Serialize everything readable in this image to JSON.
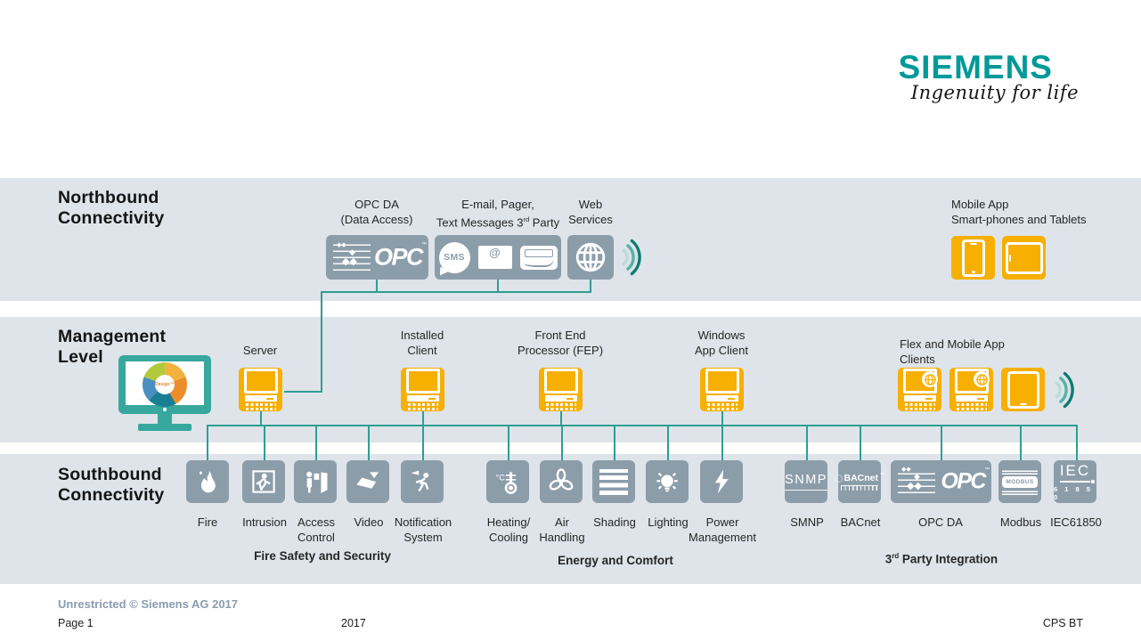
{
  "colors": {
    "band_bg": "#dee4e9",
    "icon_gray": "#8c9daa",
    "siemens_yellow": "#f7af00",
    "line_teal": "#2f9e95",
    "monitor_teal": "#38a79d",
    "brand_teal": "#009999"
  },
  "header": {
    "brand": "SIEMENS",
    "tagline": "Ingenuity for life"
  },
  "northbound": {
    "title1": "Northbound",
    "title2": "Connectivity",
    "opc": {
      "l1": "OPC DA",
      "l2": "(Data Access)",
      "logo": "OPC",
      "tm": "™"
    },
    "messaging": {
      "l1": "E-mail, Pager,",
      "l2a": "Text Messages 3",
      "l2sup": "rd",
      "l2b": " Party",
      "sms": "SMS",
      "at": "@"
    },
    "web": {
      "l1": "Web",
      "l2": "Services"
    },
    "mobile": {
      "l1": "Mobile App",
      "l2": "Smart-phones and Tablets"
    }
  },
  "management": {
    "title1": "Management",
    "title2": "Level",
    "desigo": "Desigo™",
    "server": "Server",
    "installed1": "Installed",
    "installed2": "Client",
    "fep1": "Front End",
    "fep2": "Processor (FEP)",
    "windows1": "Windows",
    "windows2": "App Client",
    "flex1": "Flex and Mobile App",
    "flex2": "Clients"
  },
  "southbound": {
    "title1": "Southbound",
    "title2": "Connectivity",
    "devices": [
      {
        "l1": "Fire",
        "l2": ""
      },
      {
        "l1": "Intrusion",
        "l2": ""
      },
      {
        "l1": "Access",
        "l2": "Control"
      },
      {
        "l1": "Video",
        "l2": ""
      },
      {
        "l1": "Notification",
        "l2": "System"
      },
      {
        "l1": "Heating/",
        "l2": "Cooling"
      },
      {
        "l1": "Air",
        "l2": "Handling"
      },
      {
        "l1": "Shading",
        "l2": ""
      },
      {
        "l1": "Lighting",
        "l2": ""
      },
      {
        "l1": "Power",
        "l2": "Management"
      },
      {
        "l1": "SMNP",
        "l2": ""
      },
      {
        "l1": "BACnet",
        "l2": ""
      },
      {
        "l1": "OPC DA",
        "l2": ""
      },
      {
        "l1": "Modbus",
        "l2": ""
      },
      {
        "l1": "IEC61850",
        "l2": ""
      }
    ],
    "icon_texts": {
      "snmp": "SNMP",
      "bacnet": "BACnet",
      "bacnet_tm": "™",
      "opc": "OPC",
      "opc_tm": "™",
      "modbus": "MODBUS",
      "iec1": "IEC",
      "iec2": "6 1 8 5 0"
    },
    "groups": {
      "g1": "Fire Safety and Security",
      "g2": "Energy and Comfort",
      "g3a": "3",
      "g3sup": "rd",
      "g3b": " Party Integration"
    }
  },
  "footer": {
    "classification": "Unrestricted © Siemens AG 2017",
    "page": "Page 1",
    "year": "2017",
    "org": "CPS BT"
  }
}
